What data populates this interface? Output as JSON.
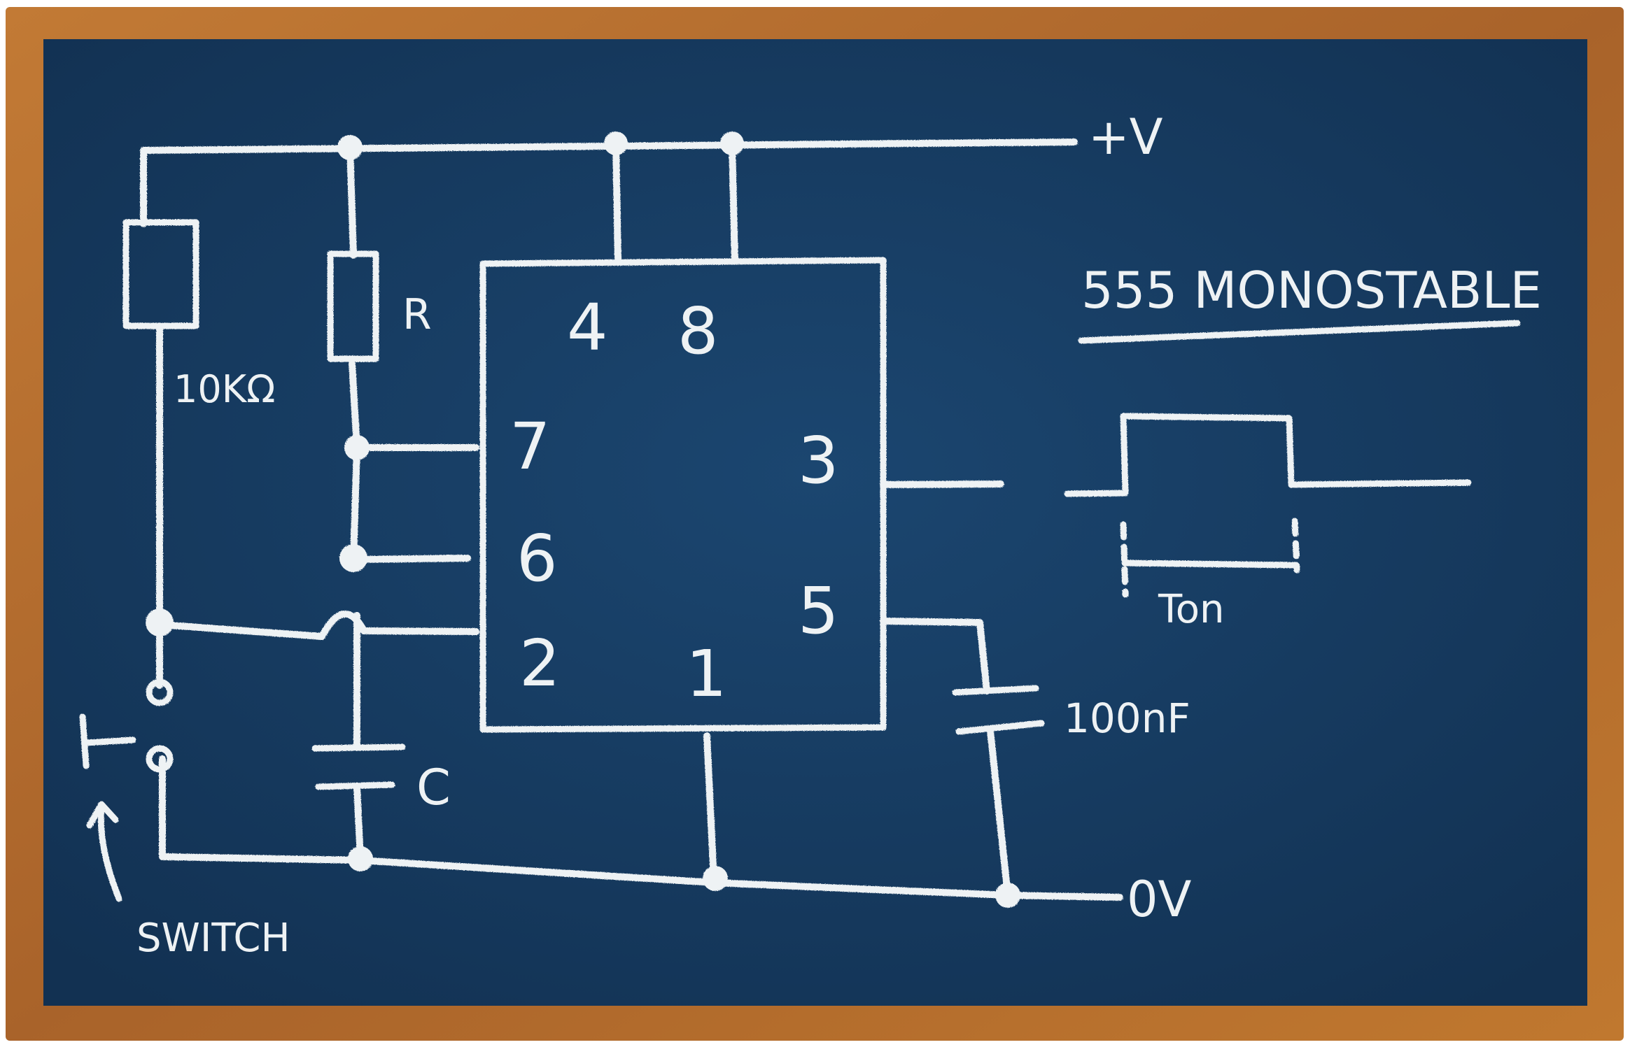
{
  "title": "555 MONOSTABLE",
  "supply": {
    "positive": "+V",
    "ground": "0V"
  },
  "components": {
    "pullup_resistor": "10KΩ",
    "timing_resistor": "R",
    "timing_capacitor": "C",
    "control_capacitor": "100nF",
    "switch": "SWITCH"
  },
  "chip_pins": {
    "p4": "4",
    "p8": "8",
    "p7": "7",
    "p6": "6",
    "p2": "2",
    "p3": "3",
    "p5": "5",
    "p1": "1"
  },
  "waveform": {
    "duration_label": "Ton"
  },
  "colors": {
    "board": "#163a5e",
    "frame": "#b7702e",
    "chalk": "#eef2f4"
  }
}
